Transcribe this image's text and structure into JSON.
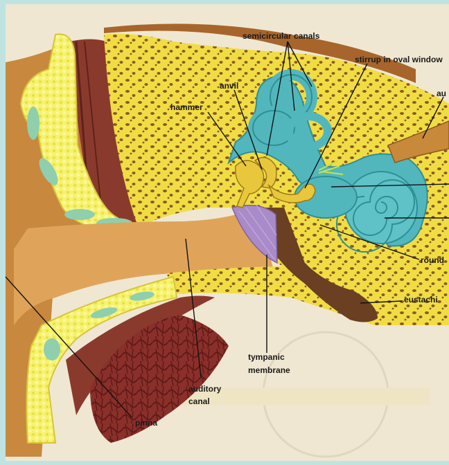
{
  "labels": {
    "semicircular_canals": "semicircular canals",
    "stirrup": "stirrup in oval window",
    "anvil": "anvil",
    "hammer": "hammer",
    "auditory_nerve_partial": "au",
    "cochlea_partial": "",
    "round_window_partial": "round",
    "eustachian_partial": "eustachi",
    "tympanic_line1": "tympanic",
    "tympanic_line2": "membrane",
    "auditory_line1": "auditory",
    "auditory_line2": "canal",
    "pinna": "pinna"
  },
  "colors": {
    "frame": "#bfe3e1",
    "background": "#efe7d2",
    "skin": "#c8883e",
    "skin_dark": "#a8652b",
    "bone": "#f0dd45",
    "bone_spots": "#8a5a20",
    "cartilage": "#f3f06a",
    "canal": "#e7b46c",
    "muscle": "#8a3a2c",
    "inner_ear": "#52b7bd",
    "inner_ear_dark": "#2f8f96",
    "ossicle": "#e9c73d",
    "membrane": "#a98bc9",
    "tube": "#6a3f22",
    "line": "#111111"
  }
}
